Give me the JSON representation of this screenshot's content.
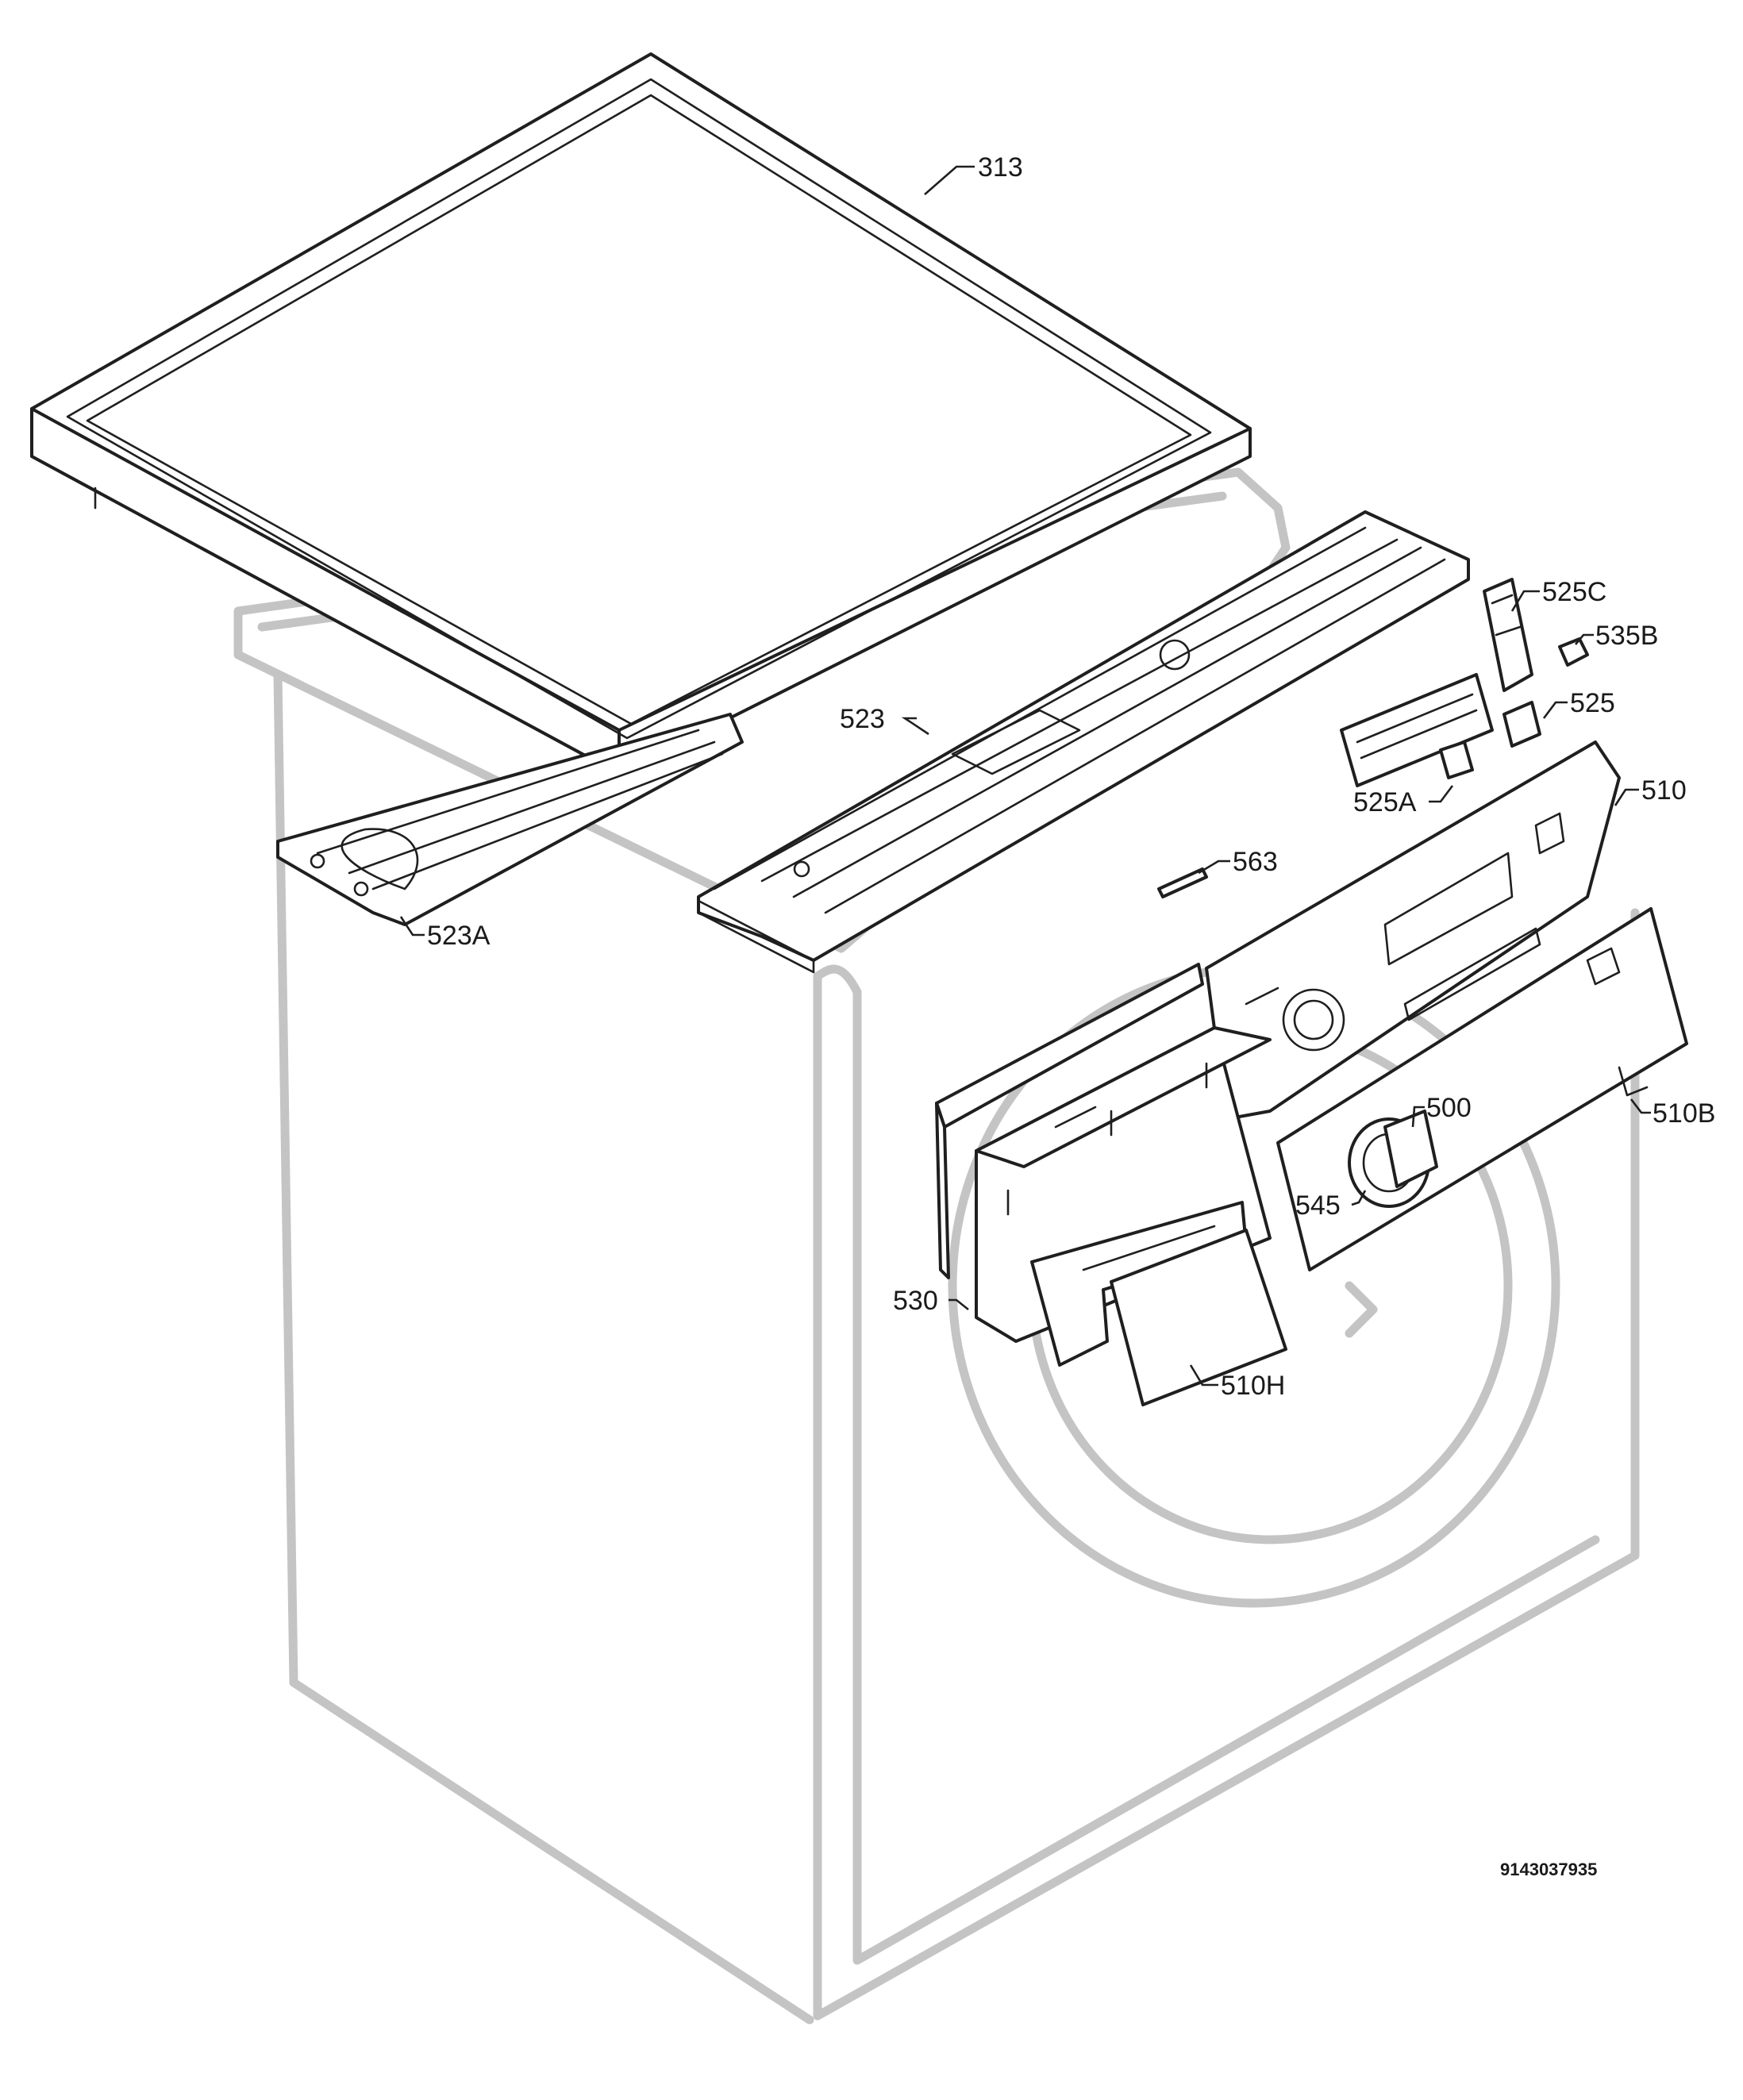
{
  "labels": {
    "p313": "313",
    "p525C": "525C",
    "p535B": "535B",
    "p525": "525",
    "p523": "523",
    "p510": "510",
    "p525A": "525A",
    "p563": "563",
    "p523A": "523A",
    "p500": "500",
    "p510B": "510B",
    "p545": "545",
    "p530": "530",
    "p510H": "510H"
  },
  "document_number": "9143037935"
}
